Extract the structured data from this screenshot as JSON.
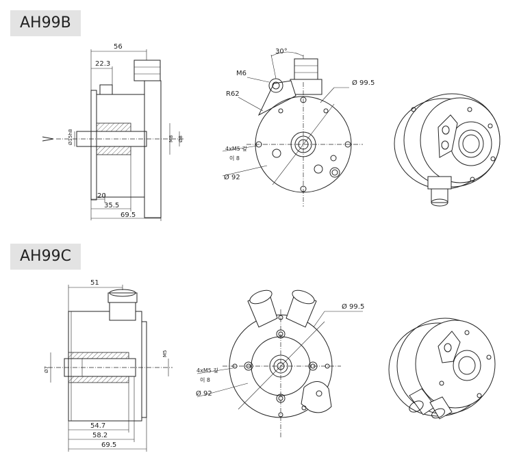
{
  "models": [
    {
      "name": "AH99B",
      "side": {
        "width_top": "56",
        "offset_top": "22.3",
        "shaft_dia": "Ø15h8",
        "thread": "M8",
        "bore": "Ø8",
        "dim_1": "20",
        "dim_2": "35.5",
        "dim_3": "69.5"
      },
      "front": {
        "angle": "30°",
        "bolt": "M6",
        "radius": "R62",
        "outer": "Ø 99.5",
        "holes": "4xM5 깊",
        "holes_depth": "이 8",
        "pcd": "Ø 92"
      }
    },
    {
      "name": "AH99C",
      "side": {
        "width_top": "51",
        "thread": "M5",
        "shaft_dia": "Ø7",
        "dim_1": "54.7",
        "dim_2": "58.2",
        "dim_3": "69.5"
      },
      "front": {
        "outer": "Ø 99.5",
        "holes": "4xM5 깊",
        "holes_depth": "이 8",
        "pcd": "Ø 92"
      }
    }
  ]
}
